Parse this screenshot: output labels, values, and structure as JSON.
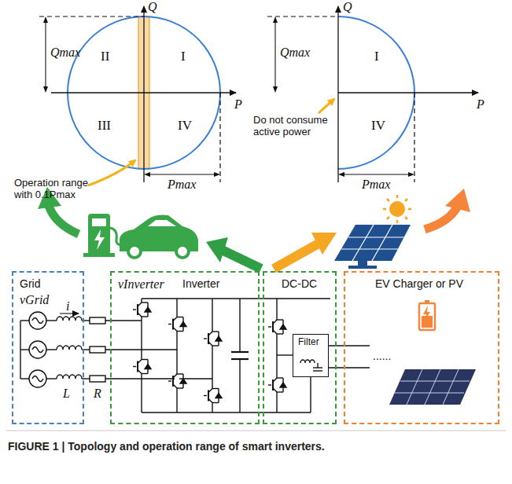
{
  "diagram": {
    "caption": "FIGURE 1 | Topology and operation range of smart inverters.",
    "nodes": [
      {
        "text": [
          "Grid",
          "vGrid"
        ]
      },
      {
        "text": [
          "vInverter",
          "Inverter"
        ]
      },
      {
        "text": [
          "DC-DC"
        ]
      },
      {
        "text": [
          "Filter"
        ],
        "in": 2
      },
      {
        "text": [
          "EV Charger or PV"
        ]
      }
    ],
    "labels": [
      "Q",
      "P",
      "Qmax",
      "II",
      "I",
      "III",
      "IV",
      "Operation range with 0.1Pmax",
      "Pmax",
      "Q",
      "Qmax",
      "I",
      "P",
      "Do not consume active power",
      "IV",
      "Pmax",
      "i",
      "L",
      "R",
      "......"
    ]
  }
}
